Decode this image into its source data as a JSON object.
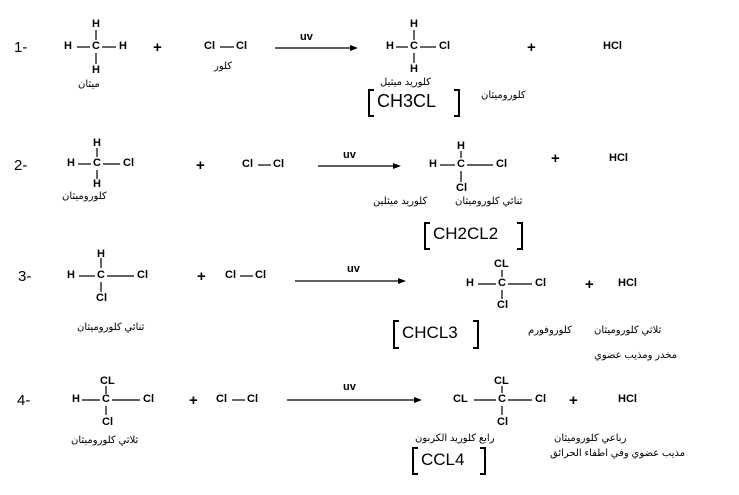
{
  "reactions": [
    {
      "number": "1-",
      "reactant_atoms": {
        "top": "H",
        "left": "H",
        "center": "C",
        "right": "H",
        "bottom": "H"
      },
      "reactant_name": "ميثان",
      "reagent": "Cl-Cl",
      "reagent_name": "كلور",
      "condition": "uv",
      "product_atoms": {
        "top": "H",
        "left": "H",
        "center": "C",
        "right": "Cl",
        "bottom": "H"
      },
      "product_name": "كلوريد ميثيل",
      "product_alt_name": "كلوروميثان",
      "formula": "CH3CL",
      "byproduct": "HCl"
    },
    {
      "number": "2-",
      "reactant_atoms": {
        "top": "H",
        "left": "H",
        "center": "C",
        "right": "Cl",
        "bottom": "H"
      },
      "reactant_name": "كلوروميثان",
      "reagent": "Cl-Cl",
      "condition": "uv",
      "product_atoms": {
        "top": "H",
        "left": "H",
        "center": "C",
        "right": "Cl",
        "bottom": "Cl"
      },
      "product_name": "ثنائي كلوروميثان",
      "product_alt_name": "كلوريد ميثلين",
      "formula": "CH2CL2",
      "byproduct": "HCl"
    },
    {
      "number": "3-",
      "reactant_atoms": {
        "top": "H",
        "left": "H",
        "center": "C",
        "right": "Cl",
        "bottom": "Cl"
      },
      "reactant_name": "ثنائي كلوروميثان",
      "reagent": "Cl-Cl",
      "condition": "uv",
      "product_atoms": {
        "top": "CL",
        "left": "H",
        "center": "C",
        "right": "Cl",
        "bottom": "Cl"
      },
      "product_name": "ثلاثي كلوروميثان",
      "product_alt_name": "كلوروفورم",
      "product_note": "مخدر ومذيب عضوي",
      "formula": "CHCL3",
      "byproduct": "HCl"
    },
    {
      "number": "4-",
      "reactant_atoms": {
        "top": "CL",
        "left": "H",
        "center": "C",
        "right": "Cl",
        "bottom": "Cl"
      },
      "reactant_name": "ثلاثي كلوروميثان",
      "reagent": "Cl-Cl",
      "condition": "uv",
      "product_atoms": {
        "top": "CL",
        "left": "CL",
        "center": "C",
        "right": "Cl",
        "bottom": "Cl"
      },
      "product_name": "رباعي كلوروميثان",
      "product_alt_name": "رابع كلوريد الكربون",
      "product_note": "مذيب عضوي وفي اطفاء الحرائق",
      "formula": "CCL4",
      "byproduct": "HCl"
    }
  ],
  "plus_sign": "+"
}
